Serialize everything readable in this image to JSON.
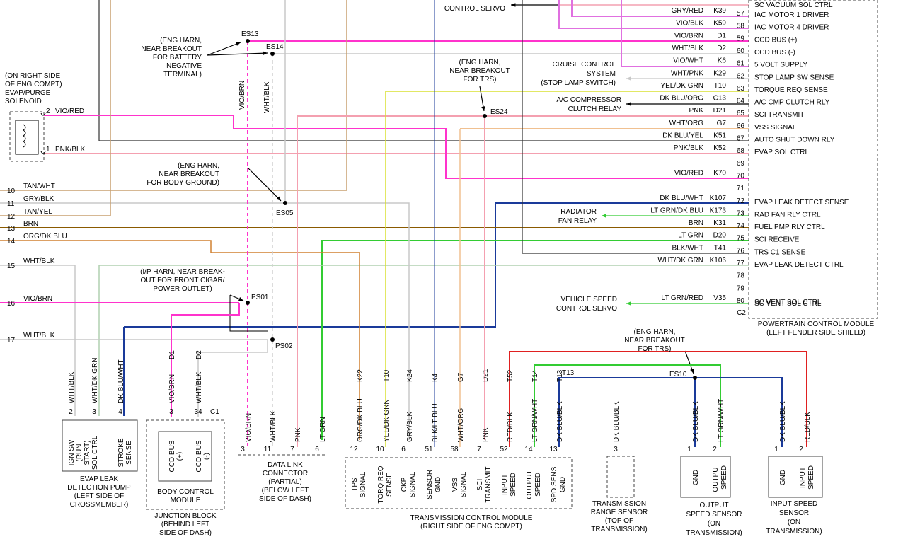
{
  "pcm": {
    "title": "POWERTRAIN CONTROL MODULE",
    "subtitle": "(LEFT FENDER SIDE SHIELD)",
    "c2": "C2",
    "top_label": "CONTROL SERVO",
    "pins": [
      {
        "pin": "57",
        "color": "GRY/RED",
        "cav": "K39",
        "func": "IAC MOTOR 1 DRIVER",
        "wire": "#e070e0"
      },
      {
        "pin": "58",
        "color": "VIO/BLK",
        "cav": "K59",
        "func": "IAC MOTOR 4 DRIVER",
        "wire": "#e070e0"
      },
      {
        "pin": "59",
        "color": "VIO/BRN",
        "cav": "D1",
        "func": "CCD BUS (+)",
        "wire": "#ff33cc"
      },
      {
        "pin": "60",
        "color": "WHT/BLK",
        "cav": "D2",
        "func": "CCD BUS (-)",
        "wire": "#c8c8c8"
      },
      {
        "pin": "61",
        "color": "VIO/WHT",
        "cav": "K6",
        "func": "5 VOLT SUPPLY",
        "wire": "#e070e0"
      },
      {
        "pin": "62",
        "color": "WHT/PNK",
        "cav": "K29",
        "func": "STOP LAMP SW SENSE",
        "wire": "#c8c8c8"
      },
      {
        "pin": "63",
        "color": "YEL/DK GRN",
        "cav": "T10",
        "func": "TORQUE REQ SENSE",
        "wire": "#d8e030"
      },
      {
        "pin": "64",
        "color": "DK BLU/ORG",
        "cav": "C13",
        "func": "A/C CMP CLUTCH RLY",
        "wire": "#000000"
      },
      {
        "pin": "65",
        "color": "PNK",
        "cav": "D21",
        "func": "SCI TRANSMIT",
        "wire": "#f4a0b0"
      },
      {
        "pin": "66",
        "color": "WHT/ORG",
        "cav": "G7",
        "func": "VSS SIGNAL",
        "wire": "#f0c090"
      },
      {
        "pin": "67",
        "color": "DK BLU/YEL",
        "cav": "K51",
        "func": "AUTO SHUT DOWN RLY",
        "wire": "#555555"
      },
      {
        "pin": "68",
        "color": "PNK/BLK",
        "cav": "K52",
        "func": "EVAP SOL CTRL",
        "wire": "#f4a0b0"
      },
      {
        "pin": "69",
        "color": "",
        "cav": "",
        "func": "",
        "wire": ""
      },
      {
        "pin": "70",
        "color": "VIO/RED",
        "cav": "K70",
        "func": "",
        "wire": "#ff33cc"
      },
      {
        "pin": "71",
        "color": "",
        "cav": "",
        "func": "",
        "wire": ""
      },
      {
        "pin": "72",
        "color": "DK BLU/WHT",
        "cav": "K107",
        "func": "EVAP LEAK DETECT SENSE",
        "wire": "#1a3a9a"
      },
      {
        "pin": "73",
        "color": "LT GRN/DK BLU",
        "cav": "K173",
        "func": "RAD FAN RLY CTRL",
        "wire": "#33cc33"
      },
      {
        "pin": "74",
        "color": "BRN",
        "cav": "K31",
        "func": "FUEL PMP RLY CTRL",
        "wire": "#8a5a00"
      },
      {
        "pin": "75",
        "color": "LT GRN",
        "cav": "D20",
        "func": "SCI RECEIVE",
        "wire": "#33cc33"
      },
      {
        "pin": "76",
        "color": "BLK/WHT",
        "cav": "T41",
        "func": "TRS C1 SENSE",
        "wire": "#555555"
      },
      {
        "pin": "77",
        "color": "WHT/DK GRN",
        "cav": "K106",
        "func": "EVAP LEAK DETECT CTRL",
        "wire": "#b0d0b0"
      },
      {
        "pin": "78",
        "color": "",
        "cav": "",
        "func": "",
        "wire": ""
      },
      {
        "pin": "79",
        "color": "",
        "cav": "",
        "func": "",
        "wire": ""
      },
      {
        "pin": "80",
        "color": "LT GRN/RED",
        "cav": "V35",
        "func": "SC VENT SOL CTRL",
        "wire": "#33cc33"
      }
    ],
    "top_func": "SC VACUUM SOL CTRL"
  },
  "left_rows": [
    {
      "num": "10",
      "color": "TAN/WHT"
    },
    {
      "num": "11",
      "color": "GRY/BLK"
    },
    {
      "num": "12",
      "color": "TAN/YEL"
    },
    {
      "num": "13",
      "color": "BRN"
    },
    {
      "num": "14",
      "color": "ORG/DK BLU"
    },
    {
      "num": "15",
      "color": "WHT/BLK"
    },
    {
      "num": "16",
      "color": "VIO/BRN"
    },
    {
      "num": "17",
      "color": "WHT/BLK"
    }
  ],
  "notes": {
    "es13": [
      "(ENG HARN,",
      "NEAR BREAKOUT",
      "FOR BATTERY",
      "NEGATIVE",
      "TERMINAL)"
    ],
    "es05": [
      "(ENG HARN,",
      "NEAR BREAKOUT",
      "FOR BODY GROUND)"
    ],
    "es24": [
      "(ENG HARN,",
      "NEAR BREAKOUT",
      "FOR TRS)"
    ],
    "es10": [
      "(ENG HARN,",
      "NEAR BREAKOUT",
      "FOR TRS)"
    ],
    "ps01": [
      "(I/P HARN, NEAR BREAK-",
      "OUT FOR FRONT CIGAR/",
      "POWER OUTLET)"
    ],
    "cruise": [
      "CRUISE CONTROL",
      "SYSTEM",
      "(STOP LAMP SWITCH)"
    ],
    "ac": [
      "A/C COMPRESSOR",
      "CLUTCH RELAY"
    ],
    "radfan": [
      "RADIATOR",
      "FAN RELAY"
    ],
    "vss": [
      "VEHICLE SPEED",
      "CONTROL SERVO"
    ],
    "solenoid": [
      "(ON RIGHT SIDE",
      "OF ENG COMPT)",
      "EVAP/PURGE",
      "SOLENOID"
    ]
  },
  "splices": {
    "es13": "ES13",
    "es14": "ES14",
    "es05": "ES05",
    "es24": "ES24",
    "es10": "ES10",
    "ps01": "PS01",
    "ps02": "PS02"
  },
  "solenoid_pins": [
    {
      "num": "2",
      "color": "VIO/RED"
    },
    {
      "num": "1",
      "color": "PNK/BLK"
    }
  ],
  "vertical_wire_labels": {
    "vio_brn": "VIO/BRN",
    "wht_blk": "WHT/BLK"
  },
  "components": {
    "evap_pump": {
      "lines": [
        "EVAP LEAK",
        "DETECTION PUMP",
        "(LEFT SIDE OF",
        "CROSSMEMBER)"
      ],
      "pins": [
        {
          "num": "2",
          "wire": "WHT/BLK",
          "func": [
            "IGN SW",
            "(RUN",
            "START)"
          ]
        },
        {
          "num": "3",
          "wire": "WHT/DK GRN",
          "func": [
            "SOL CTRL"
          ]
        },
        {
          "num": "4",
          "wire": "DK BLU/WHT",
          "func": [
            "STROKE",
            "SENSE"
          ]
        }
      ]
    },
    "bcm": {
      "lines": [
        "BODY CONTROL",
        "MODULE"
      ],
      "junction": [
        "JUNCTION BLOCK",
        "(BEHIND LEFT",
        "SIDE OF DASH)"
      ],
      "c1": "C1",
      "pins": [
        {
          "num": "3",
          "wire": "VIO/BRN",
          "cav": "D1",
          "func": [
            "CCD BUS",
            "(+)"
          ]
        },
        {
          "num": "34",
          "wire": "WHT/BLK",
          "cav": "D2",
          "func": [
            "CCD BUS",
            "(-)"
          ]
        }
      ]
    },
    "dlc": {
      "lines": [
        "DATA LINK",
        "CONNECTOR",
        "(PARTIAL)",
        "(BELOW LEFT",
        "SIDE OF DASH)"
      ],
      "pins": [
        {
          "num": "3",
          "wire": "VIO/BRN"
        },
        {
          "num": "11",
          "wire": "WHT/BLK"
        },
        {
          "num": "7",
          "wire": "PNK"
        },
        {
          "num": "6",
          "wire": "LT GRN"
        }
      ]
    },
    "tcm": {
      "lines": [
        "TRANSMISSION CONTROL MODULE",
        "(RIGHT SIDE OF ENG COMPT)"
      ],
      "pins": [
        {
          "num": "12",
          "cav": "K22",
          "wire": "ORG/DK BLU",
          "func": [
            "TPS",
            "SIGNAL"
          ]
        },
        {
          "num": "10",
          "cav": "T10",
          "wire": "YEL/DK GRN",
          "func": [
            "TORQ REQ",
            "SENSE"
          ]
        },
        {
          "num": "6",
          "cav": "K24",
          "wire": "GRY/BLK",
          "func": [
            "CKP",
            "SIGNAL"
          ]
        },
        {
          "num": "51",
          "cav": "K4",
          "wire": "BLK/LT BLU",
          "func": [
            "SENSOR",
            "GND"
          ]
        },
        {
          "num": "58",
          "cav": "G7",
          "wire": "WHT/ORG",
          "func": [
            "VSS",
            "SIGNAL"
          ]
        },
        {
          "num": "7",
          "cav": "D21",
          "wire": "PNK",
          "func": [
            "SCI",
            "TRANSMIT"
          ]
        },
        {
          "num": "52",
          "cav": "T52",
          "wire": "RED/BLK",
          "func": [
            "INPUT",
            "SPEED"
          ]
        },
        {
          "num": "14",
          "cav": "T14",
          "wire": "LT GRN/WHT",
          "func": [
            "OUTPUT",
            "SPEED"
          ]
        },
        {
          "num": "13",
          "cav": "T13",
          "wire": "DK BLU/BLK",
          "func": [
            "SPD SENS",
            "GND"
          ]
        }
      ]
    },
    "trs": {
      "lines": [
        "TRANSMISSION",
        "RANGE SENSOR",
        "(TOP OF",
        "TRANSMISSION)"
      ],
      "pin": {
        "num": "3",
        "wire": "DK BLU/BLK"
      }
    },
    "oss": {
      "lines": [
        "OUTPUT",
        "SPEED SENSOR",
        "(ON",
        "TRANSMISSION)"
      ],
      "pins": [
        {
          "num": "1",
          "wire": "DK BLU/BLK",
          "func": "GND"
        },
        {
          "num": "2",
          "wire": "LT GRN/WHT",
          "func": "OUTPUT SPEED"
        }
      ]
    },
    "iss": {
      "lines": [
        "INPUT SPEED",
        "SENSOR",
        "(ON",
        "TRANSMISSION)"
      ],
      "pins": [
        {
          "num": "1",
          "wire": "DK BLU/BLK",
          "func": "GND"
        },
        {
          "num": "2",
          "wire": "RED/BLK",
          "func": "INPUT SPEED"
        }
      ]
    }
  }
}
